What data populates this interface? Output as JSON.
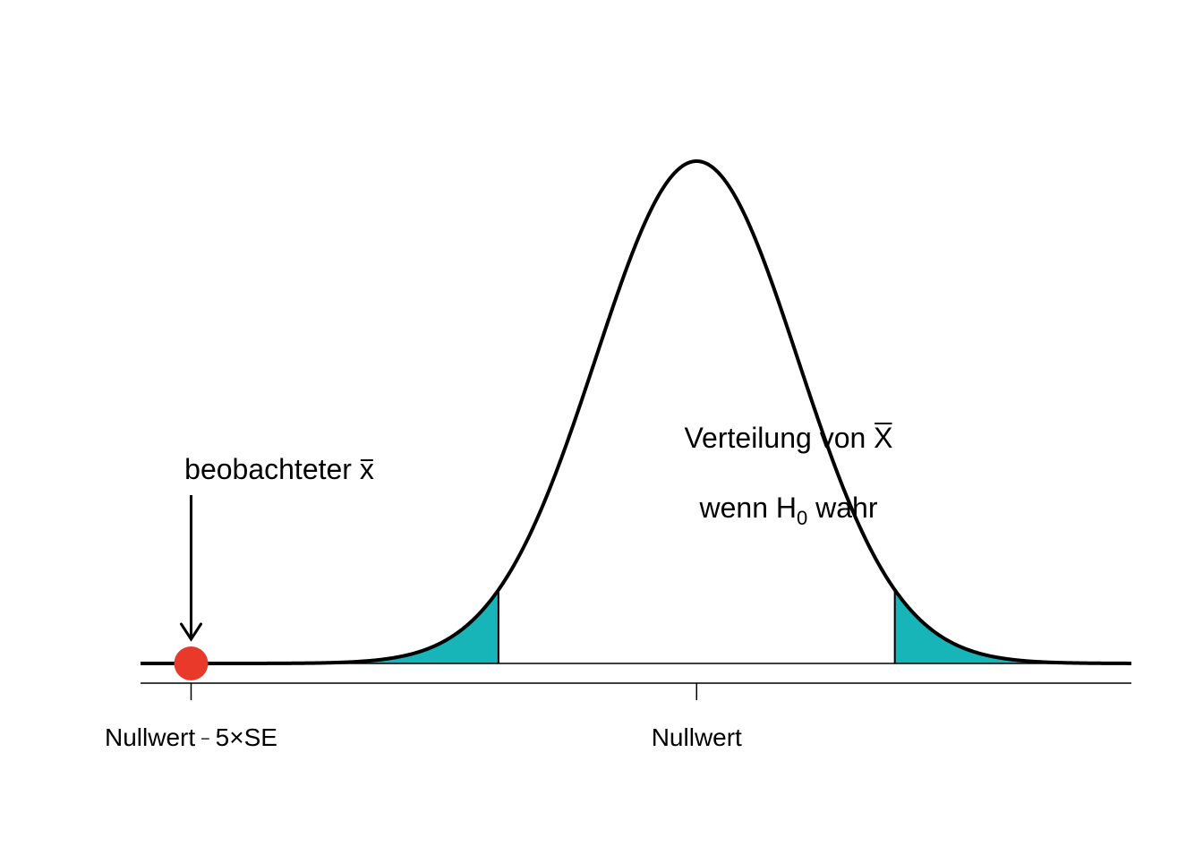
{
  "chart_data": {
    "type": "area",
    "distribution": "normal",
    "x_unit": "SE from Nullwert",
    "xlim": [
      -5.5,
      4.3
    ],
    "null_value": 0,
    "critical_value": 1.96,
    "observed_x": -5,
    "ticks": [
      {
        "x": -5,
        "label_main": "Nullwert",
        "label_op": "−",
        "label_rest": "5×SE"
      },
      {
        "x": 0,
        "label_main": "Nullwert"
      }
    ],
    "curve_label": {
      "line1": "Verteilung von",
      "line1_symbol": "X",
      "line2_pre": "wenn H",
      "line2_sub": "0",
      "line2_post": " wahr"
    },
    "observed_label": {
      "text": "beobachteter",
      "symbol": "x"
    },
    "colors": {
      "curve": "#000000",
      "rejection_region": "#17b4b8",
      "observed_point": "#e8392a"
    }
  }
}
